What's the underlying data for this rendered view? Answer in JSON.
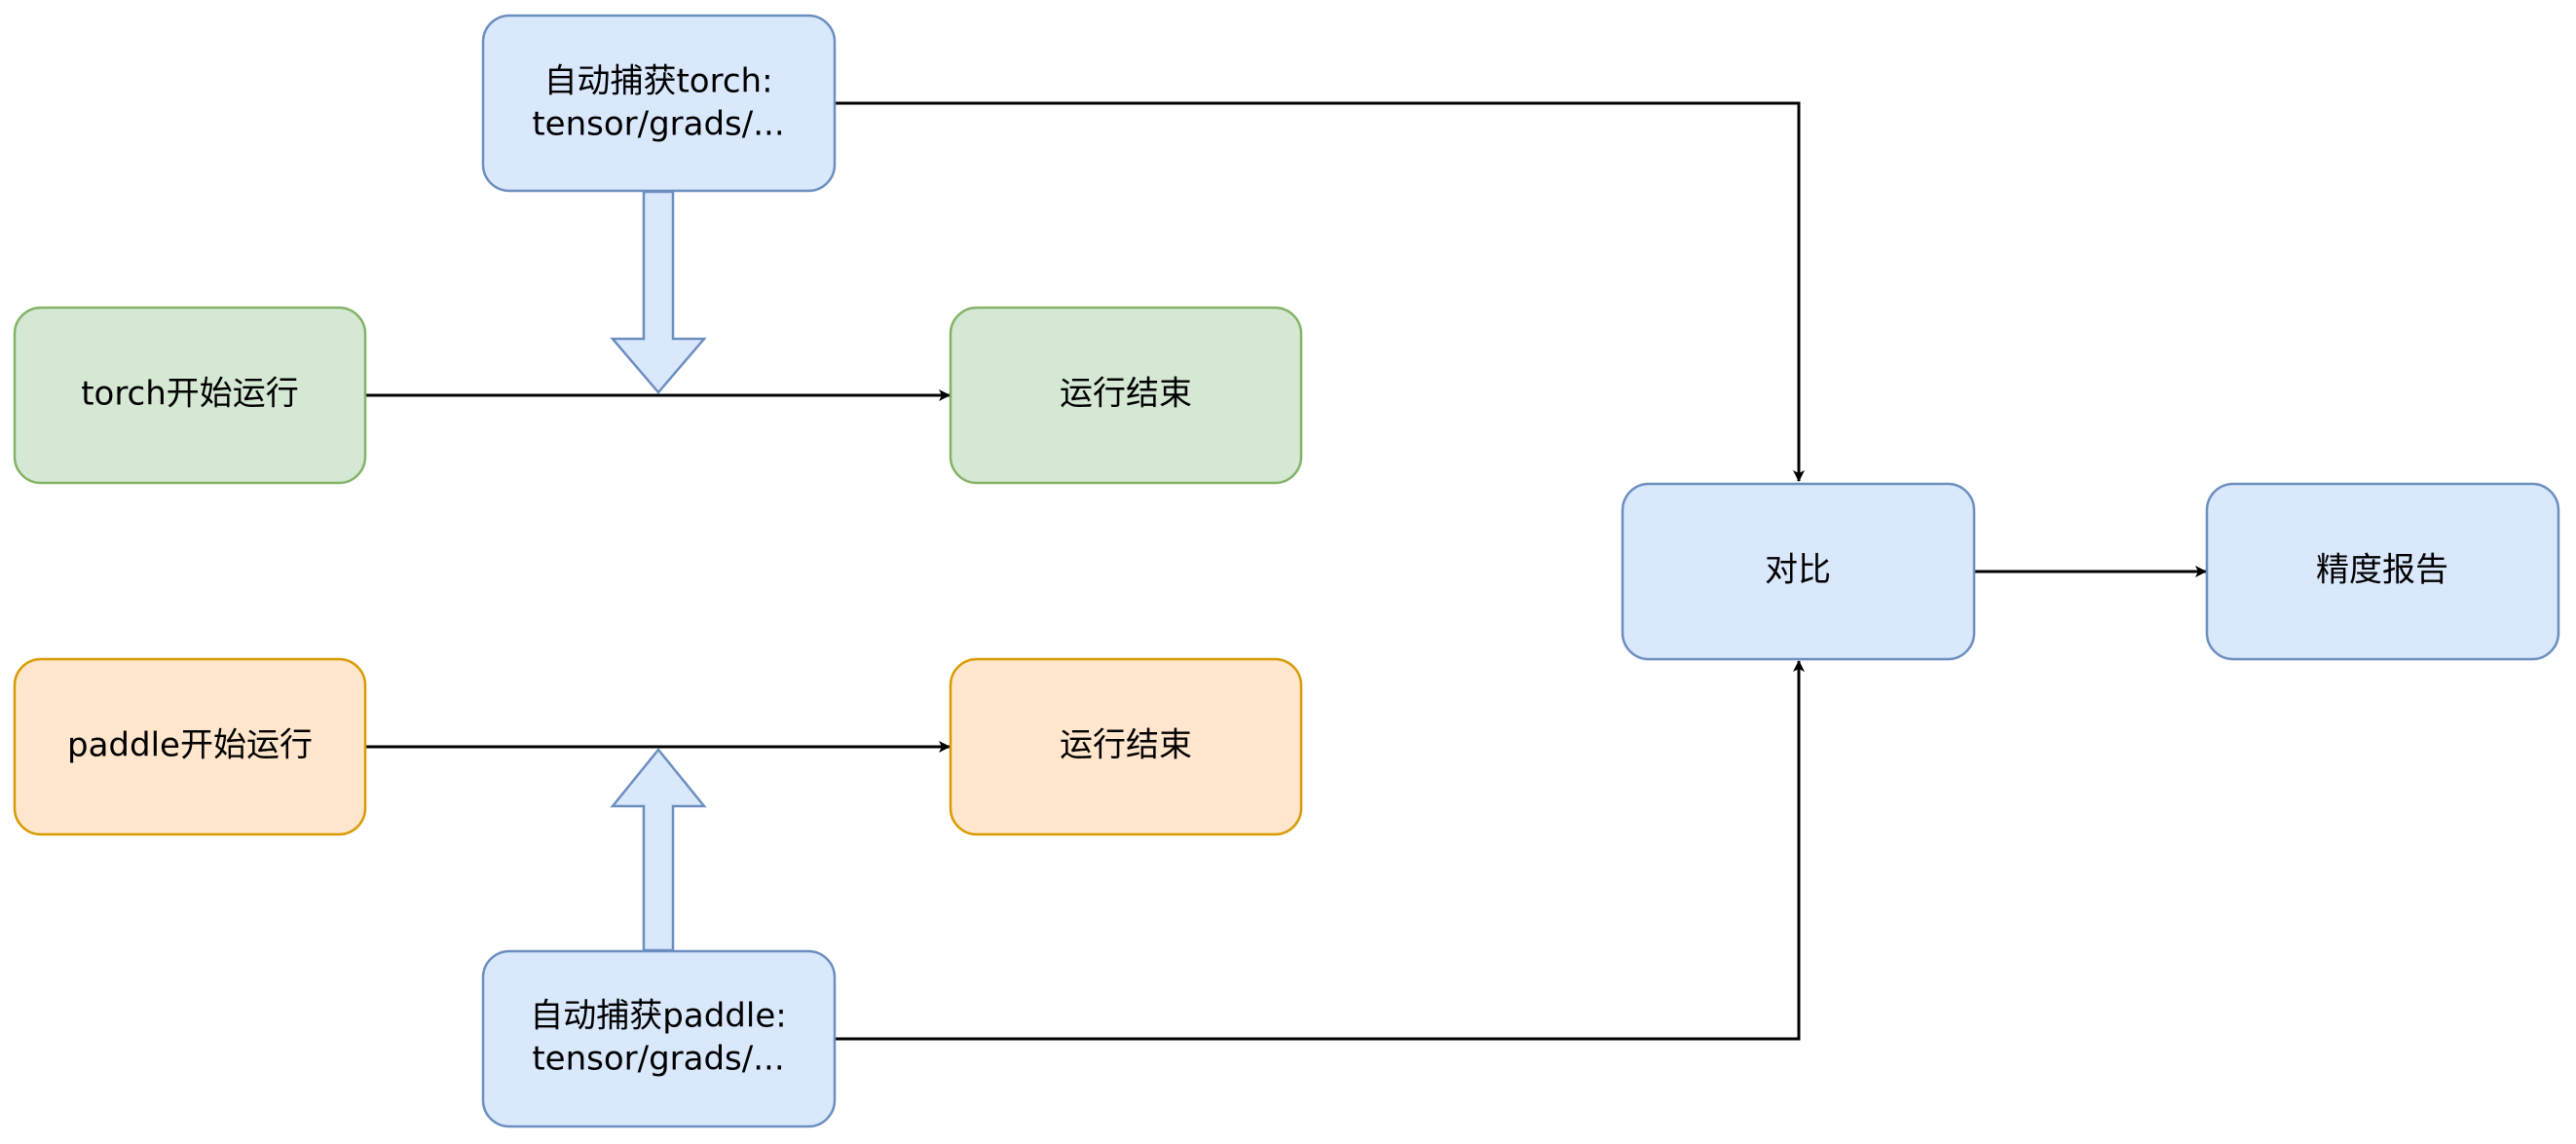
{
  "nodes": {
    "torch_capture": {
      "line1": "自动捕获torch:",
      "line2": "tensor/grads/..."
    },
    "torch_start": {
      "label": "torch开始运行"
    },
    "torch_end": {
      "label": "运行结束"
    },
    "paddle_start": {
      "label": "paddle开始运行"
    },
    "paddle_end": {
      "label": "运行结束"
    },
    "paddle_capture": {
      "line1": "自动捕获paddle:",
      "line2": "tensor/grads/..."
    },
    "compare": {
      "label": "对比"
    },
    "report": {
      "label": "精度报告"
    }
  },
  "colors": {
    "blue_fill": "#dae8fc",
    "blue_stroke": "#6c8ebf",
    "green_fill": "#d5e8d4",
    "green_stroke": "#82b366",
    "orange_fill": "#ffe6cc",
    "orange_stroke": "#d79b00",
    "edge": "#000000"
  }
}
